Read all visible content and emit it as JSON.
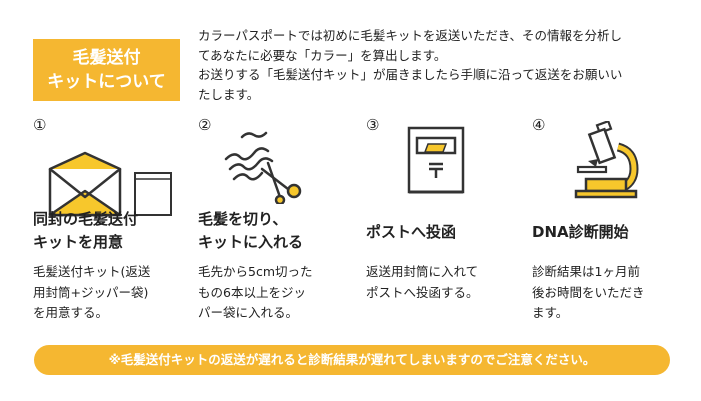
{
  "badge": {
    "line1": "毛髪送付",
    "line2": "キットについて"
  },
  "intro": {
    "line1": "カラーパスポートでは初めに毛髪キットを返送いただき、その情報を分析し",
    "line2": "てあなたに必要な「カラー」を算出します。",
    "line3": "お送りする「毛髪送付キット」が届きましたら手順に沿って返送をお願いい",
    "line4": "たします。"
  },
  "steps": [
    {
      "number": "①",
      "title_line1": "同封の毛髪送付",
      "title_line2": "キットを用意",
      "desc_line1": "毛髪送付キット(返送",
      "desc_line2": "用封筒+ジッパー袋)",
      "desc_line3": "を用意する。",
      "icon": "envelope-and-zipper-bag-icon"
    },
    {
      "number": "②",
      "title_line1": "毛髪を切り、",
      "title_line2": "キットに入れる",
      "desc_line1": "毛先から5cm切った",
      "desc_line2": "もの6本以上をジッ",
      "desc_line3": "パー袋に入れる。",
      "icon": "hair-and-scissors-icon"
    },
    {
      "number": "③",
      "title_line1": "ポストへ投函",
      "title_line2": "",
      "desc_line1": "返送用封筒に入れて",
      "desc_line2": "ポストへ投函する。",
      "desc_line3": "",
      "icon": "mailbox-icon"
    },
    {
      "number": "④",
      "title_line1": "DNA診断開始",
      "title_line2": "",
      "desc_line1": "診断結果は1ヶ月前",
      "desc_line2": "後お時間をいただき",
      "desc_line3": "ます。",
      "icon": "microscope-icon"
    }
  ],
  "notice": "※毛髪送付キットの返送が遅れると診断結果が遅れてしまいますのでご注意ください。",
  "colors": {
    "accent": "#f5b731",
    "line": "#333333",
    "icon_yellow": "#f7c72c"
  }
}
